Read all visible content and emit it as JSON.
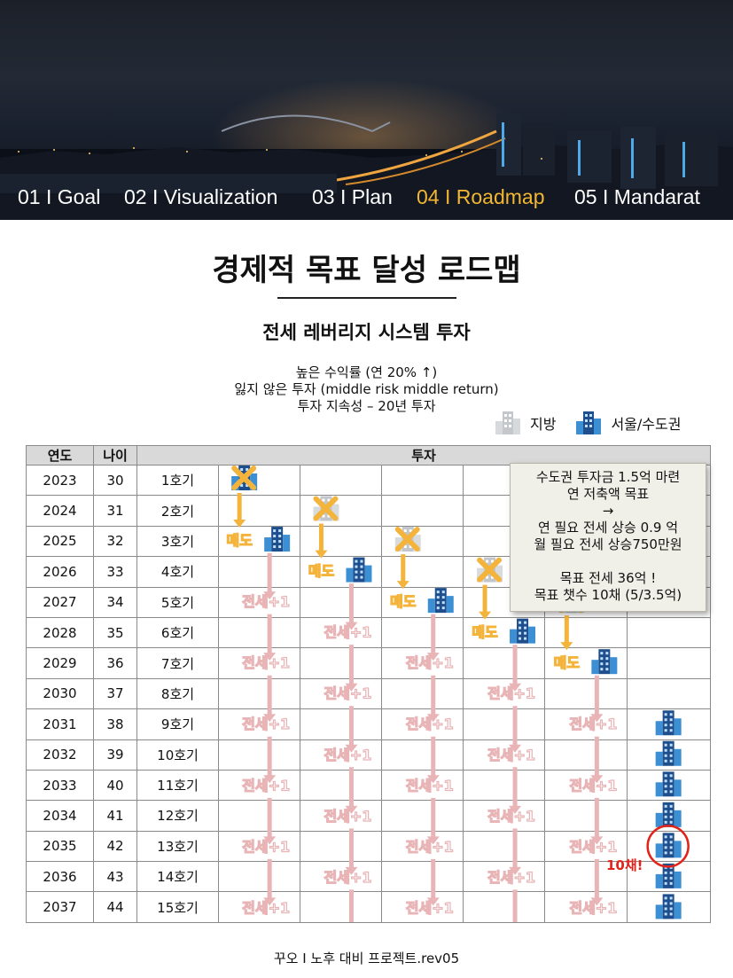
{
  "nav": {
    "tabs": [
      {
        "label": "01 I Goal"
      },
      {
        "label": "02 I Visualization"
      },
      {
        "label": "03 I Plan"
      },
      {
        "label": "04 I Roadmap"
      },
      {
        "label": "05 I Mandarat"
      }
    ],
    "active_color": "#f3b731"
  },
  "page": {
    "title": "경제적 목표 달성 로드맵",
    "subtitle": "전세 레버리지 시스템 투자",
    "points": [
      "높은 수익률 (연 20% ↑)",
      "잃지 않은 투자 (middle risk middle return)",
      "투자 지속성 – 20년 투자"
    ]
  },
  "legend": {
    "local": {
      "icon": "gray-building-icon",
      "label": "지방"
    },
    "seoul": {
      "icon": "blue-building-icon",
      "label": "서울/수도권"
    }
  },
  "table": {
    "headers": {
      "year": "연도",
      "age": "나이",
      "invest": "투자"
    },
    "rows": [
      {
        "year": "2023",
        "age": "30",
        "unit": "1호기"
      },
      {
        "year": "2024",
        "age": "31",
        "unit": "2호기"
      },
      {
        "year": "2025",
        "age": "32",
        "unit": "3호기"
      },
      {
        "year": "2026",
        "age": "33",
        "unit": "4호기"
      },
      {
        "year": "2027",
        "age": "34",
        "unit": "5호기"
      },
      {
        "year": "2028",
        "age": "35",
        "unit": "6호기"
      },
      {
        "year": "2029",
        "age": "36",
        "unit": "7호기"
      },
      {
        "year": "2030",
        "age": "37",
        "unit": "8호기"
      },
      {
        "year": "2031",
        "age": "38",
        "unit": "9호기"
      },
      {
        "year": "2032",
        "age": "39",
        "unit": "10호기"
      },
      {
        "year": "2033",
        "age": "40",
        "unit": "11호기"
      },
      {
        "year": "2034",
        "age": "41",
        "unit": "12호기"
      },
      {
        "year": "2035",
        "age": "42",
        "unit": "13호기"
      },
      {
        "year": "2036",
        "age": "43",
        "unit": "14호기"
      },
      {
        "year": "2037",
        "age": "44",
        "unit": "15호기"
      }
    ]
  },
  "labels": {
    "sell": "매도",
    "jeonse": "전세+1",
    "ten_units": "10채!"
  },
  "colors": {
    "arrow_orange": "#f4b43c",
    "arrow_pink": "#e8b4b6",
    "circle_red": "#e2231a",
    "building_blue": "#1f4e8c"
  },
  "note": {
    "lines": [
      "수도권 투자금 1.5억 마련",
      "연 저축액 목표",
      "→",
      "연 필요 전세 상승 0.9 억",
      "월 필요 전세 상승750만원",
      "",
      "목표 전세 36억 !",
      "목표 챗수 10채 (5/3.5억)"
    ]
  },
  "footer": {
    "text": "꾸오 I 노후 대비 프로젝트.rev05"
  }
}
